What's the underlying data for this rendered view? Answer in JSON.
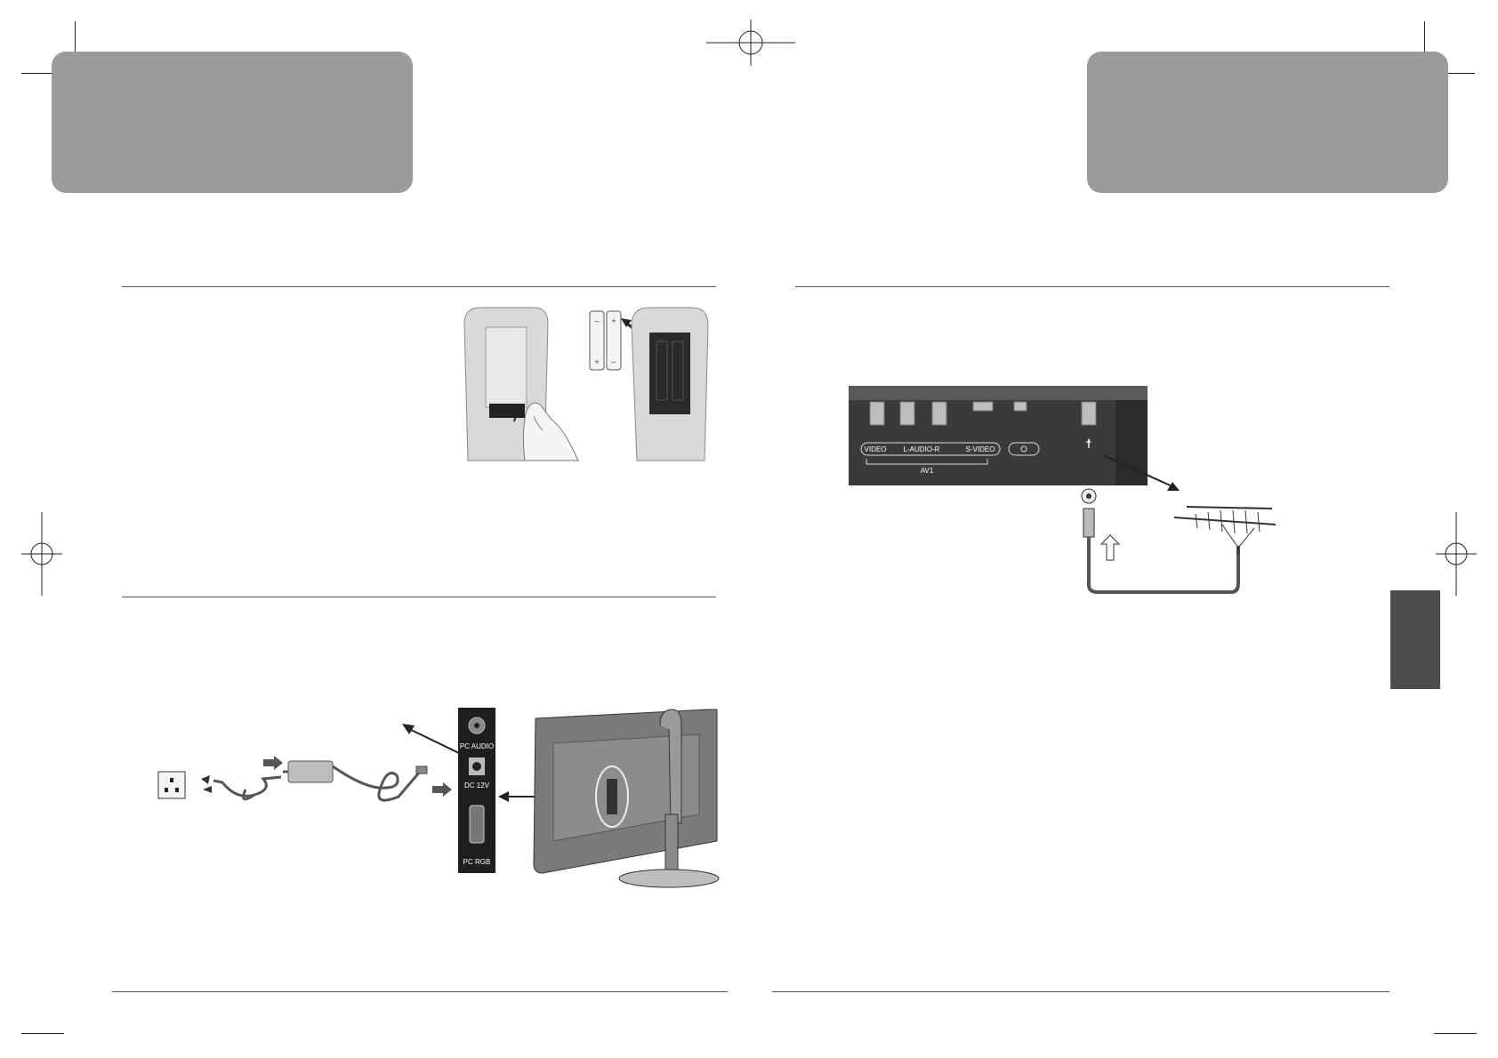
{
  "tv_panel": {
    "video": "VIDEO",
    "audio": "L-AUDIO-R",
    "svideo": "S-VIDEO",
    "av1": "AV1"
  },
  "connector_panel": {
    "pc_audio": "PC AUDIO",
    "dc12v": "DC 12V",
    "pc_rgb": "PC RGB"
  },
  "colors": {
    "header_gray": "#9b9b9b",
    "tab_dark": "#4d4d4d"
  }
}
